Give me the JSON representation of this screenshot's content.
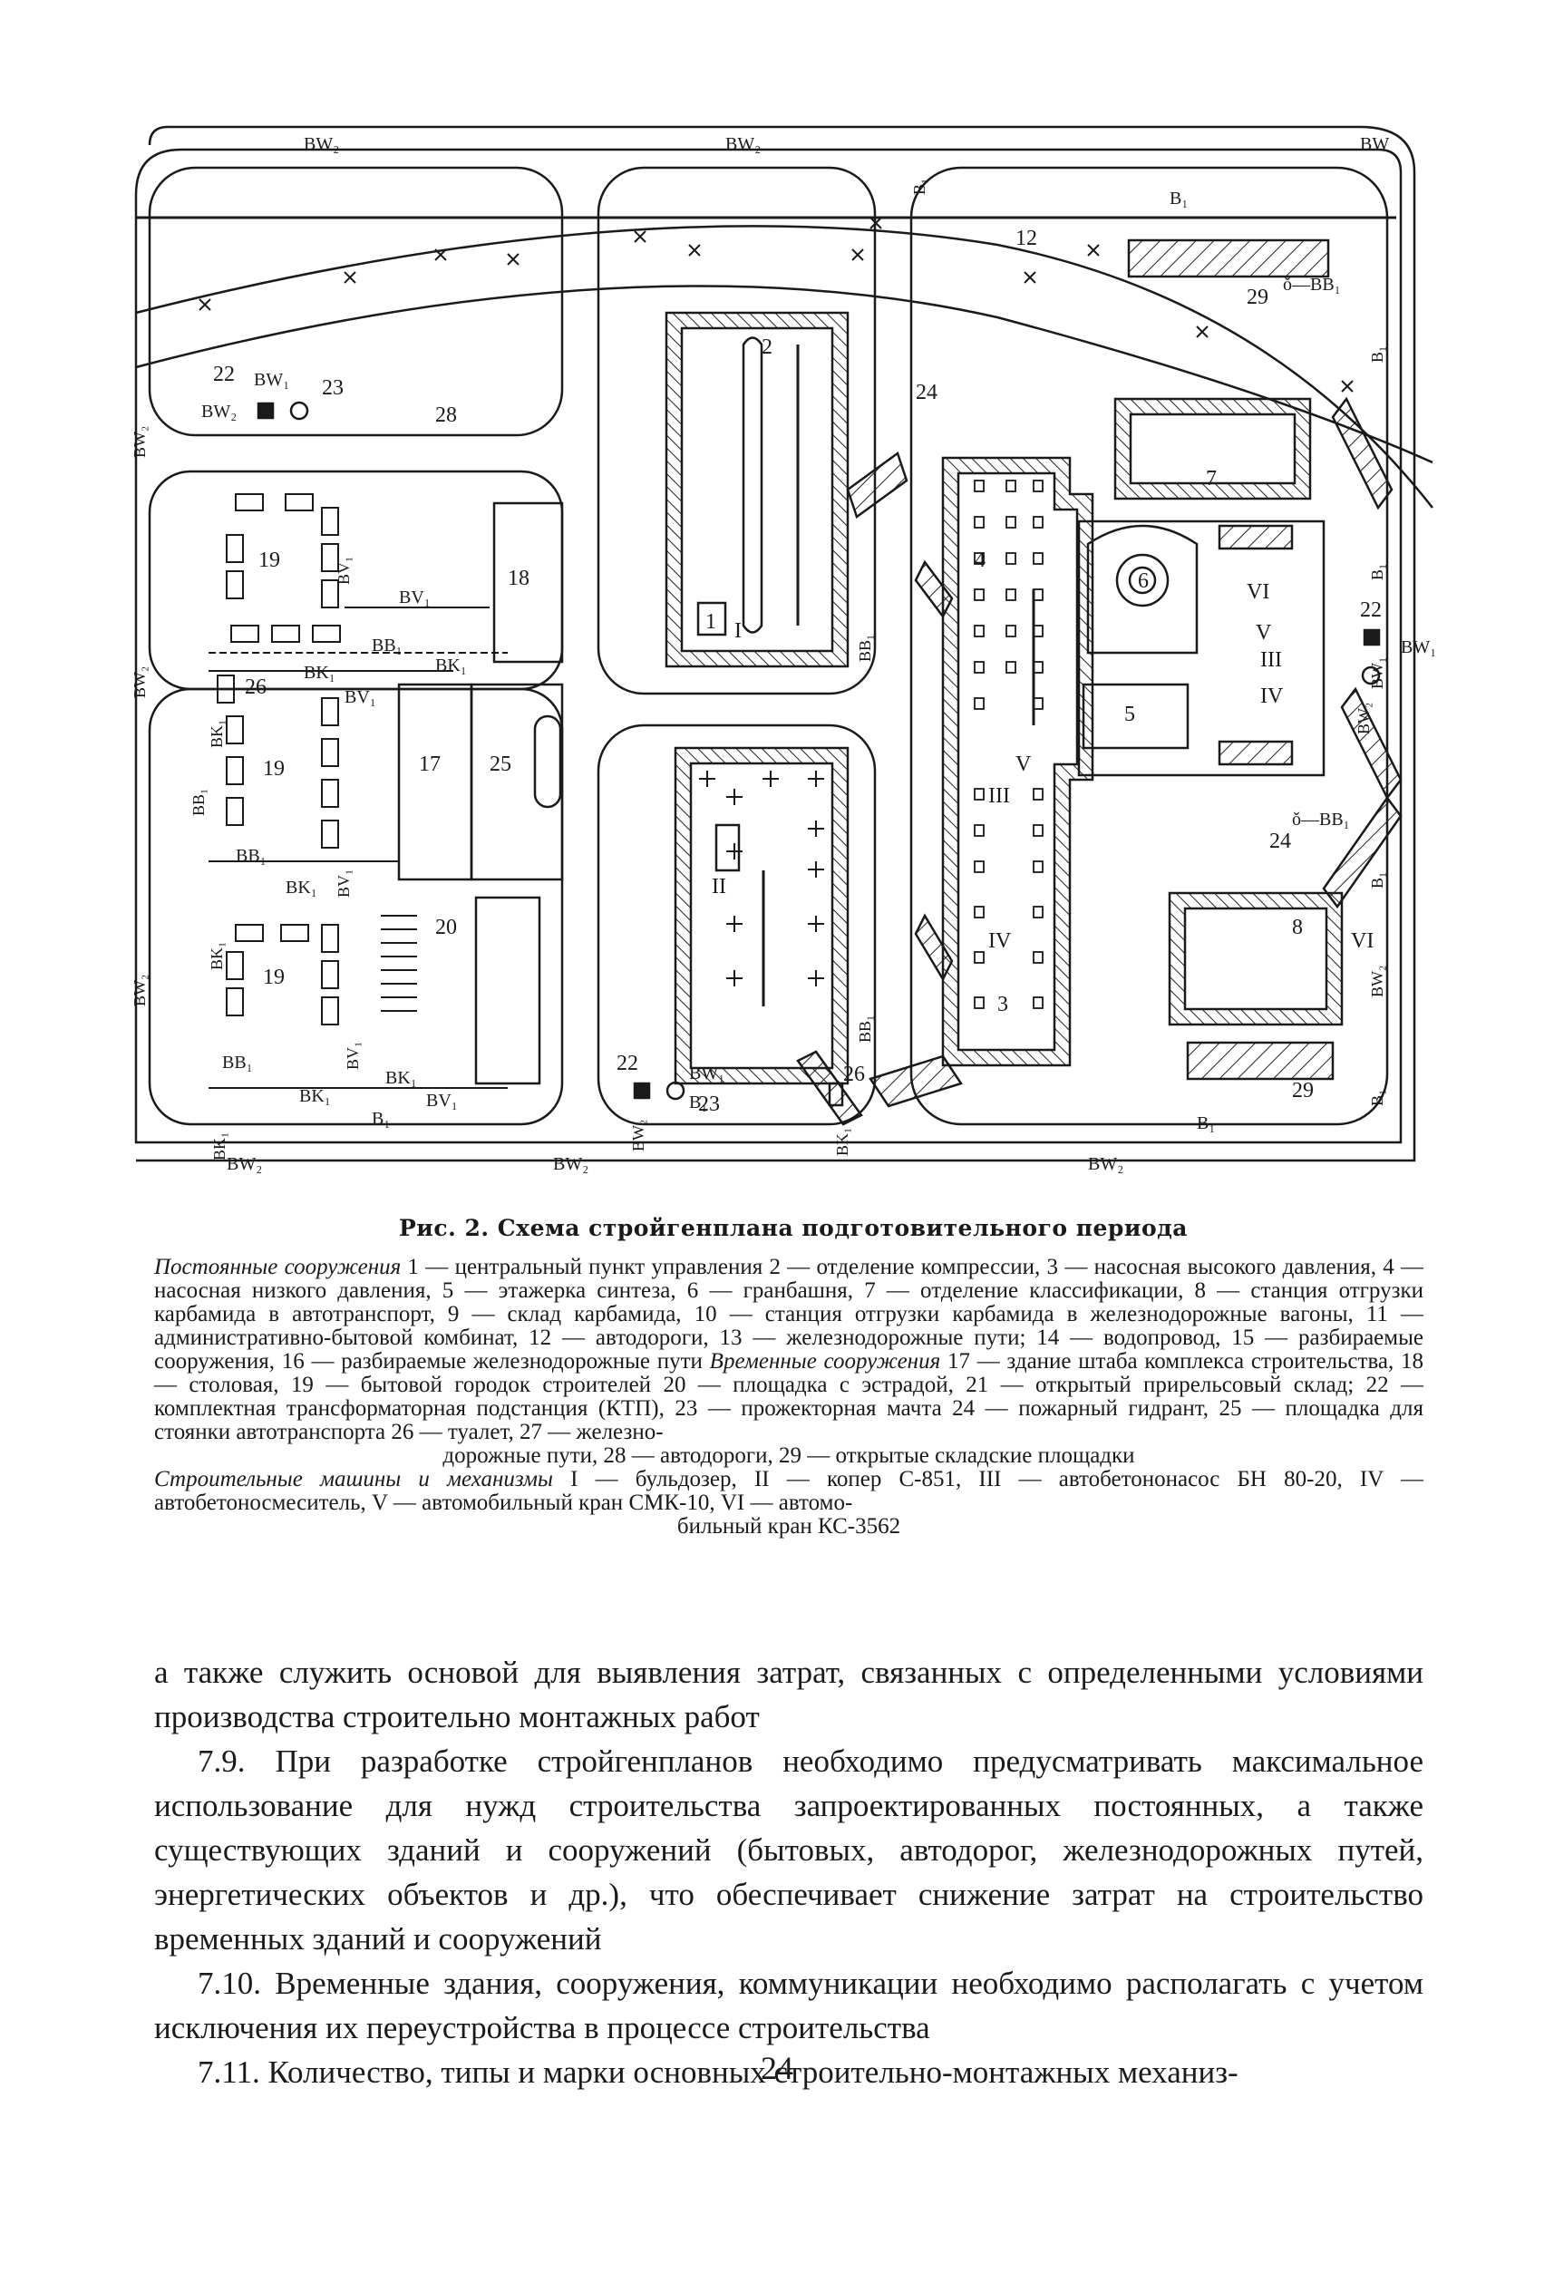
{
  "plan": {
    "network_labels": {
      "bw": "BW",
      "bw2": "BW₂",
      "bw1": "BW₁",
      "b1": "B₁",
      "bb1": "BB₁",
      "bk1": "BK₁",
      "bv1": "BV₁",
      "bk": "BK₁",
      "bb1_hydrant": "ǒ—BB₁",
      "bw1_right": "BW₁"
    },
    "numbers": {
      "n1": "1",
      "n2": "2",
      "n3": "3",
      "n4": "4",
      "n5": "5",
      "n6": "6",
      "n7": "7",
      "n8": "8",
      "n12": "12",
      "n17": "17",
      "n18": "18",
      "n19a": "19",
      "n19b": "19",
      "n19c": "19",
      "n20": "20",
      "n22a": "22",
      "n22b": "22",
      "n22c": "22",
      "n23a": "23",
      "n23b": "23",
      "n24a": "24",
      "n24b": "24",
      "n25": "25",
      "n26a": "26",
      "n26b": "26",
      "n28": "28",
      "n29a": "29",
      "n29b": "29"
    },
    "roman": {
      "r1": "I",
      "r2": "II",
      "r3": "III",
      "r4": "IV",
      "r5": "V",
      "r6": "VI",
      "r3b": "III",
      "r4b": "IV",
      "r6b": "VI",
      "r5b": "V"
    }
  },
  "caption": "Рис. 2. Схема стройгенплана подготовительного периода",
  "legend": {
    "permanent_heading": "Постоянные сооружения",
    "permanent_text": "1 — центральный пункт управления 2 — отделение компрессии, 3 — насосная высокого давления, 4 — насосная низкого давления, 5 — этажерка синтеза, 6 — гранбашня, 7 — отделение классификации, 8 — станция отгрузки карбамида в автотранспорт, 9 — склад карбамида, 10 — станция отгрузки карбамида в железнодорожные вагоны, 11 — административно-бытовой комбинат, 12 — автодороги, 13 — железнодорожные пути; 14 — водопровод, 15 — разбираемые сооружения, 16 — разбираемые железнодорожные пути",
    "temporary_heading": "Временные сооружения",
    "temporary_text": "17 — здание штаба комплекса строительства, 18 — столовая, 19 — бытовой городок строителей 20 — площадка с эстрадой, 21 — открытый прирельсовый склад; 22 — комплектная трансформаторная подстанция (КТП), 23 — прожекторная мачта 24 — пожарный гидрант, 25 — площадка для стоянки автотранспорта 26 — туалет, 27 — железно-",
    "temporary_tail": "дорожные пути, 28 — автодороги, 29 — открытые складские площадки",
    "machines_heading": "Строительные машины и механизмы",
    "machines_text": "I — бульдозер, II — копер С-851, III — автобетононасос БН 80-20, IV — автобетоносмеситель, V — автомобильный кран СМК-10, VI — автомо-",
    "machines_tail": "бильный кран КС-3562"
  },
  "body": {
    "p1": "а также служить основой для выявления затрат, связанных с определенными условиями производства строительно монтажных работ",
    "p2": "7.9. При разработке стройгенпланов необходимо предусматривать максимальное использование для нужд строительства запроектированных постоянных, а также существующих зданий и сооружений (бытовых, автодорог, железнодорожных путей, энергетических объектов и др.), что обеспечивает снижение затрат на строительство временных зданий и сооружений",
    "p3": "7.10. Временные здания, сооружения, коммуникации необходимо располагать с учетом исключения их переустройства в процессе строительства",
    "p4": "7.11. Количество, типы и марки основных строительно-монтажных механиз-"
  },
  "page_number": "24"
}
